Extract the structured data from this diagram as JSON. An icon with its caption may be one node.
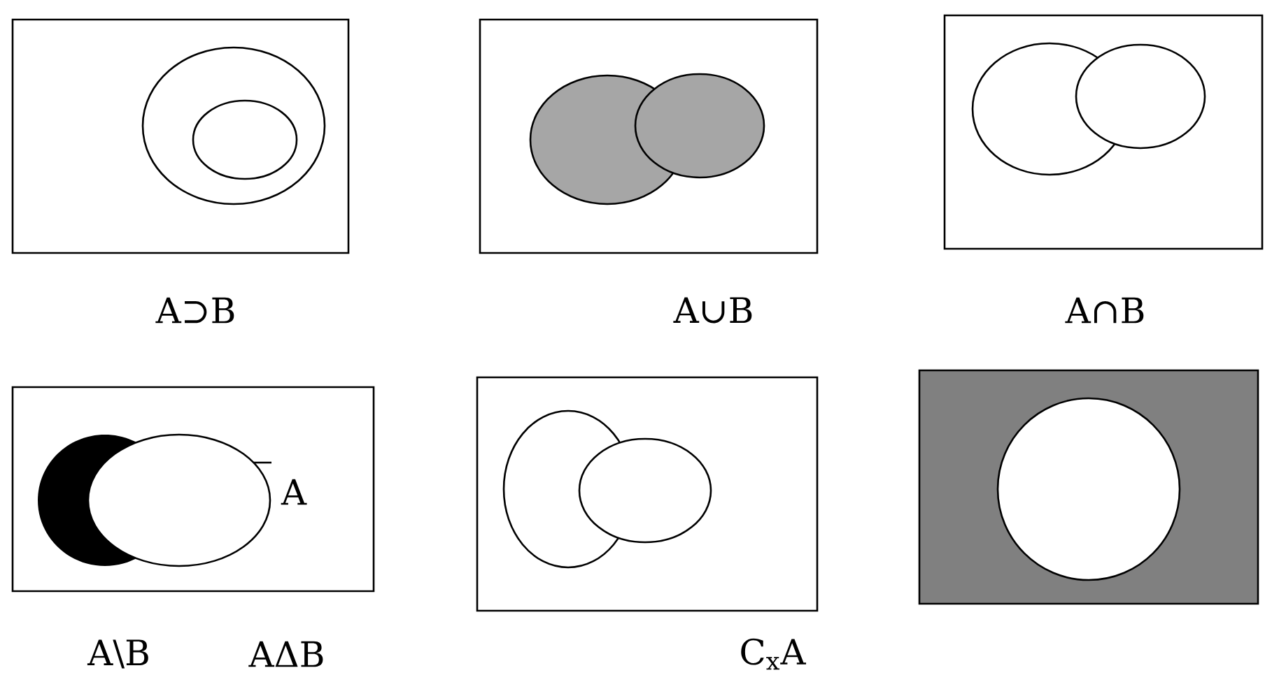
{
  "diagram": {
    "labels": [
      "A⊃B",
      "A∪B",
      "A∩B",
      "A",
      "A\\B",
      "AΔB",
      "C$_{x}$A"
    ]
  }
}
